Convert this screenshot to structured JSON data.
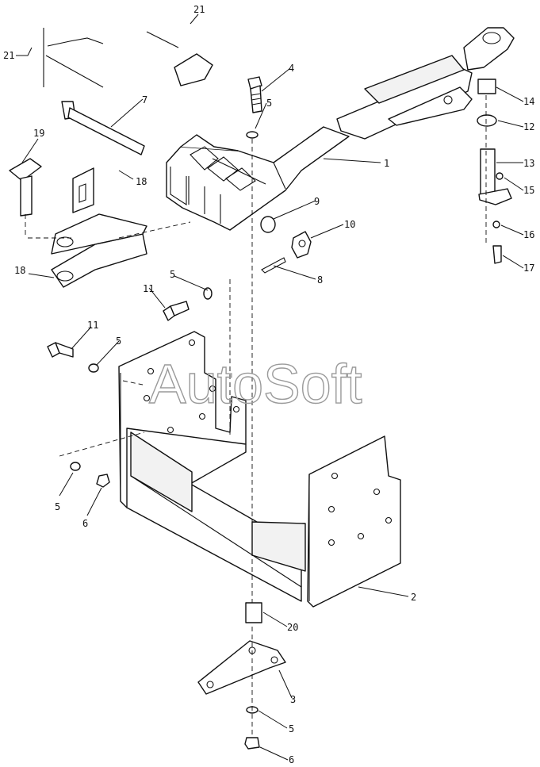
{
  "watermark": "AutoSoft",
  "callouts": {
    "c1": "1",
    "c2": "2",
    "c3": "3",
    "c4": "4",
    "c5a": "5",
    "c5b": "5",
    "c5c": "5",
    "c5d": "5",
    "c5e": "5",
    "c6a": "6",
    "c6b": "6",
    "c7": "7",
    "c8": "8",
    "c9": "9",
    "c10": "10",
    "c11a": "11",
    "c11b": "11",
    "c12": "12",
    "c13": "13",
    "c14": "14",
    "c15": "15",
    "c16": "16",
    "c17": "17",
    "c18a": "18",
    "c18b": "18",
    "c19": "19",
    "c20": "20",
    "c21a": "21",
    "c21b": "21"
  },
  "colors": {
    "line": "#111111",
    "watermark": "#9a9a9a",
    "background": "#ffffff"
  }
}
